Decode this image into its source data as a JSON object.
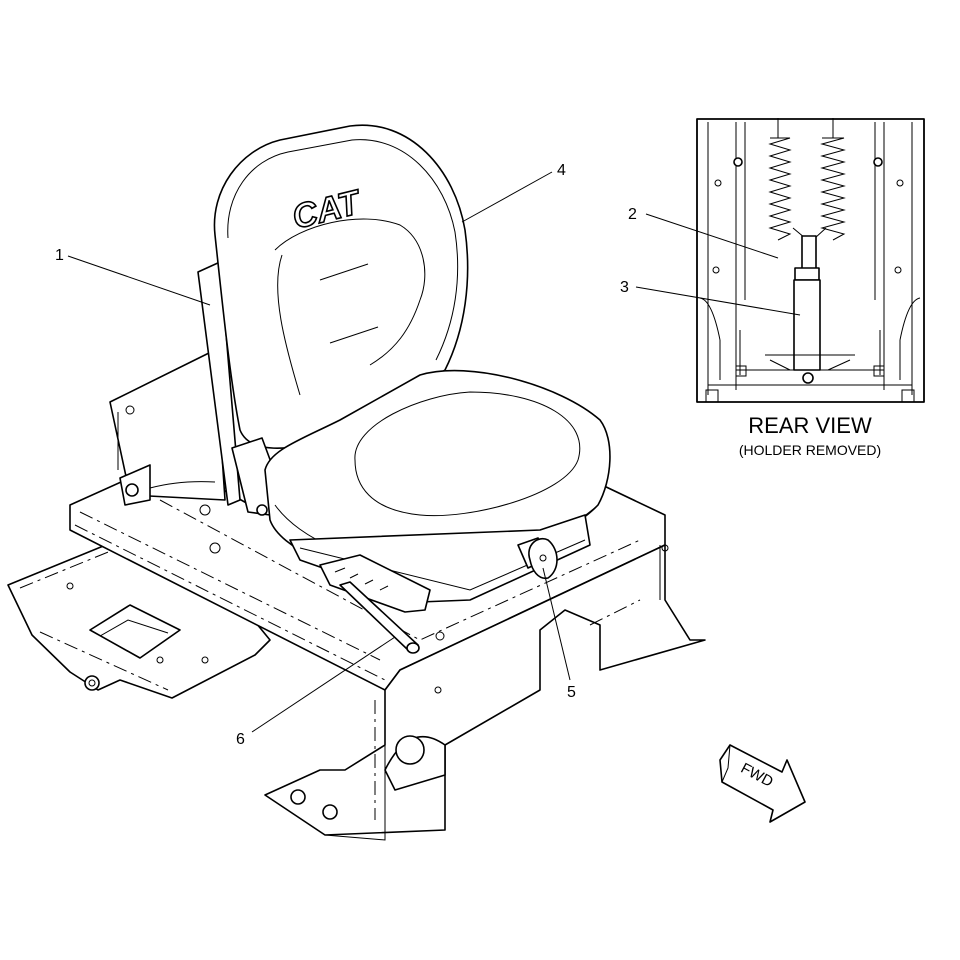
{
  "callouts": [
    {
      "id": "1",
      "label": "1"
    },
    {
      "id": "2",
      "label": "2"
    },
    {
      "id": "3",
      "label": "3"
    },
    {
      "id": "4",
      "label": "4"
    },
    {
      "id": "5",
      "label": "5"
    },
    {
      "id": "6",
      "label": "6"
    }
  ],
  "rear_view": {
    "title": "REAR VIEW",
    "subtitle": "(HOLDER REMOVED)"
  },
  "direction_arrow": {
    "label": "FWD"
  },
  "seatback_logo": "CAT"
}
